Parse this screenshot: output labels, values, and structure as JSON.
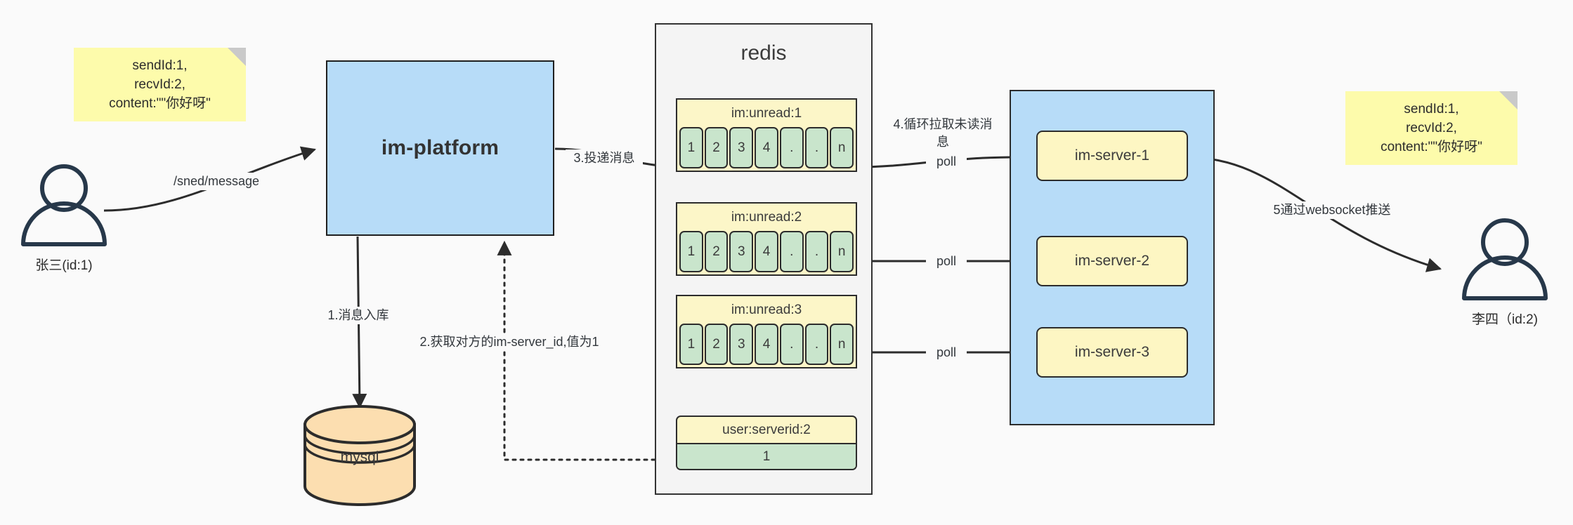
{
  "diagram": {
    "title": "IM message delivery architecture",
    "colors": {
      "background": "#fafafa",
      "sticky": "#fdfbab",
      "platform_blue": "#b7dcf8",
      "redis_gray": "#f4f4f4",
      "list_yellow": "#fcf6c8",
      "cell_green": "#c9e5cc",
      "mysql_orange": "#fcdeb0",
      "stroke": "#2c2c2c"
    }
  },
  "notes": {
    "left": "sendId:1,\nrecvId:2,\ncontent:\"\"你好呀\"",
    "right": "sendId:1,\nrecvId:2,\ncontent:\"\"你好呀\""
  },
  "actors": {
    "sender": {
      "label": "张三(id:1)",
      "icon": "user-icon"
    },
    "receiver": {
      "label": "李四（id:2)",
      "icon": "user-icon"
    }
  },
  "platform": {
    "label": "im-platform"
  },
  "database": {
    "label": "mysql",
    "shape": "cylinder"
  },
  "redis": {
    "title": "redis",
    "lists": [
      {
        "key": "im:unread:1",
        "cells": [
          "1",
          "2",
          "3",
          "4",
          ".",
          ".",
          "n"
        ]
      },
      {
        "key": "im:unread:2",
        "cells": [
          "1",
          "2",
          "3",
          "4",
          ".",
          ".",
          "n"
        ]
      },
      {
        "key": "im:unread:3",
        "cells": [
          "1",
          "2",
          "3",
          "4",
          ".",
          ".",
          "n"
        ]
      }
    ],
    "kv": {
      "key": "user:serverid:2",
      "value": "1"
    }
  },
  "cluster": {
    "servers": [
      {
        "label": "im-server-1"
      },
      {
        "label": "im-server-2"
      },
      {
        "label": "im-server-3"
      }
    ]
  },
  "edges": {
    "send_message": "/sned/message",
    "step1": "1.消息入库",
    "step2": "2.获取对方的im-server_id,值为1",
    "step3": "3.投递消息",
    "step4": "4.循环拉取未读消\n息",
    "poll1": "poll",
    "poll2": "poll",
    "poll3": "poll",
    "step5": "5通过websocket推送"
  }
}
